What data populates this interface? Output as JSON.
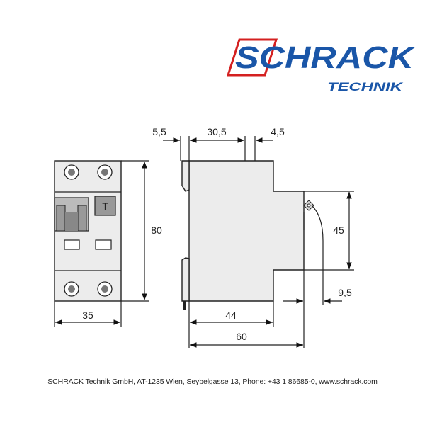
{
  "logo": {
    "brand": "SCHRACK",
    "sub": "TECHNIK",
    "colors": {
      "blue": "#1a56a8",
      "red": "#d42020"
    }
  },
  "front_view": {
    "test_button_label": "T",
    "width_label": "35",
    "height_label": "80"
  },
  "side_view": {
    "dim_5_5": "5,5",
    "dim_30_5": "30,5",
    "dim_4_5": "4,5",
    "dim_45": "45",
    "dim_9_5": "9,5",
    "dim_44": "44",
    "dim_60": "60"
  },
  "footer": "SCHRACK Technik GmbH, AT-1235 Wien, Seybelgasse 13, Phone: +43 1 86685-0, www.schrack.com"
}
